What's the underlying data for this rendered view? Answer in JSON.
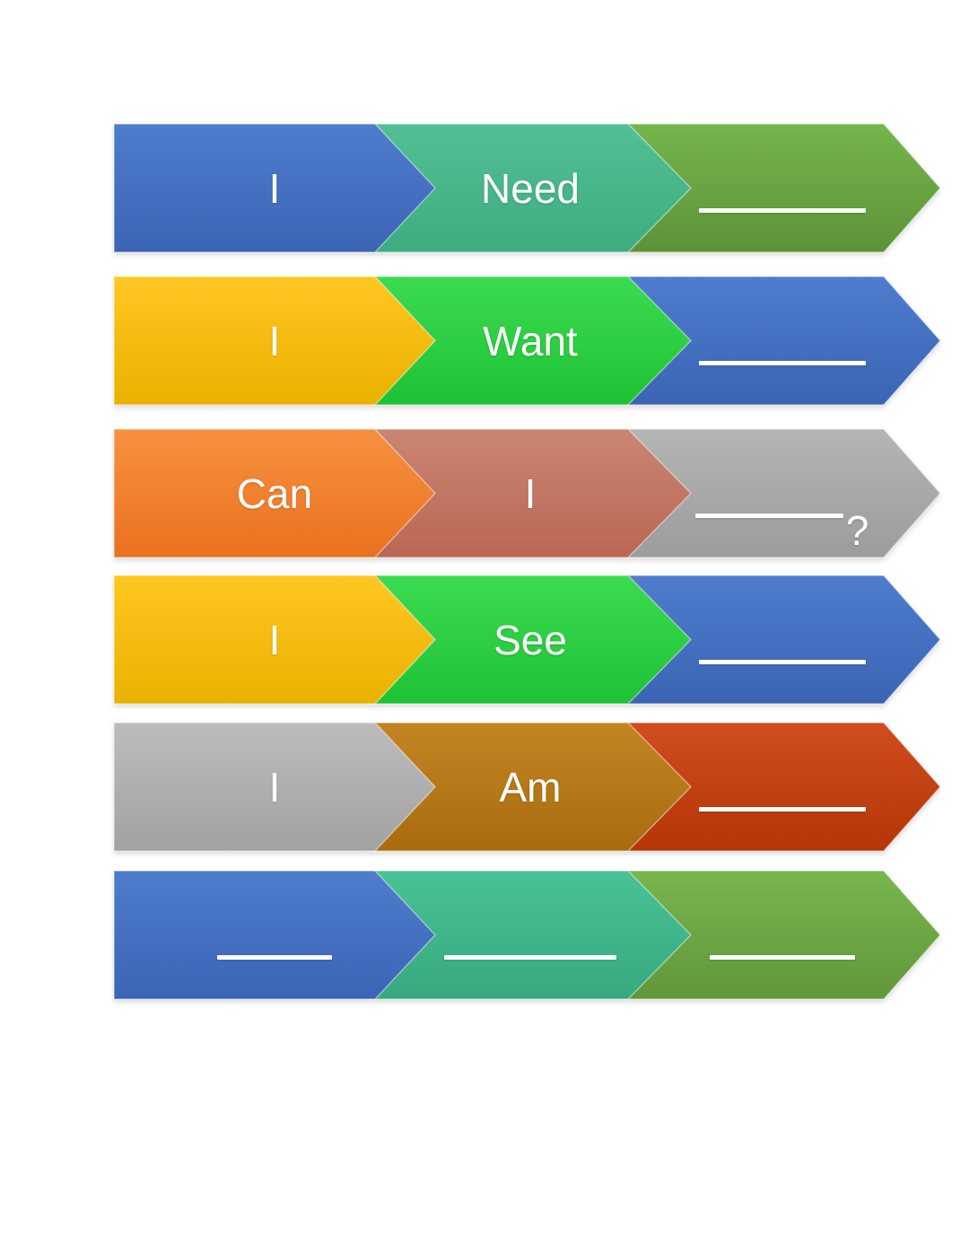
{
  "page": {
    "background": "#ffffff",
    "text_color": "#ffffff"
  },
  "diagram": {
    "description": "sentence-starter-chevron-worksheet",
    "rows": [
      {
        "segments": [
          {
            "label": "I",
            "blank": false,
            "color_top": "#4f7ccd",
            "color_bottom": "#3b64b4"
          },
          {
            "label": "Need",
            "blank": false,
            "color_top": "#52c094",
            "color_bottom": "#3dac7f"
          },
          {
            "label": "",
            "blank": true,
            "blank_width": 186,
            "suffix": "",
            "color_top": "#75b54c",
            "color_bottom": "#5d9338"
          }
        ]
      },
      {
        "segments": [
          {
            "label": "I",
            "blank": false,
            "color_top": "#ffc722",
            "color_bottom": "#e9b100"
          },
          {
            "label": "Want",
            "blank": false,
            "color_top": "#3cdb51",
            "color_bottom": "#1ec235"
          },
          {
            "label": "",
            "blank": true,
            "blank_width": 186,
            "suffix": "",
            "color_top": "#4f7ccd",
            "color_bottom": "#3b64b4"
          }
        ]
      },
      {
        "segments": [
          {
            "label": "Can",
            "blank": false,
            "color_top": "#f7913f",
            "color_bottom": "#ea7120"
          },
          {
            "label": "I",
            "blank": false,
            "color_top": "#cb8574",
            "color_bottom": "#b96753"
          },
          {
            "label": "",
            "blank": true,
            "blank_width": 165,
            "suffix": "?",
            "color_top": "#b5b5b5",
            "color_bottom": "#9c9c9c"
          }
        ]
      },
      {
        "segments": [
          {
            "label": "I",
            "blank": false,
            "color_top": "#ffc722",
            "color_bottom": "#e9b100"
          },
          {
            "label": "See",
            "blank": false,
            "color_top": "#3cdb51",
            "color_bottom": "#1ec235"
          },
          {
            "label": "",
            "blank": true,
            "blank_width": 186,
            "suffix": "",
            "color_top": "#4f7ccd",
            "color_bottom": "#3b64b4"
          }
        ]
      },
      {
        "segments": [
          {
            "label": "I",
            "blank": false,
            "color_top": "#bcbcbc",
            "color_bottom": "#a2a2a2"
          },
          {
            "label": "Am",
            "blank": false,
            "color_top": "#c38424",
            "color_bottom": "#a96c0c"
          },
          {
            "label": "",
            "blank": true,
            "blank_width": 186,
            "suffix": "",
            "color_top": "#cf4d1e",
            "color_bottom": "#b63506"
          }
        ]
      },
      {
        "segments": [
          {
            "label": "",
            "blank": true,
            "blank_width": 128,
            "suffix": "",
            "color_top": "#4f7ccd",
            "color_bottom": "#3b64b4"
          },
          {
            "label": "",
            "blank": true,
            "blank_width": 192,
            "suffix": "",
            "color_top": "#48c296",
            "color_bottom": "#37a97e"
          },
          {
            "label": "",
            "blank": true,
            "blank_width": 162,
            "suffix": "",
            "color_top": "#78b64e",
            "color_bottom": "#60973a"
          }
        ]
      }
    ]
  }
}
